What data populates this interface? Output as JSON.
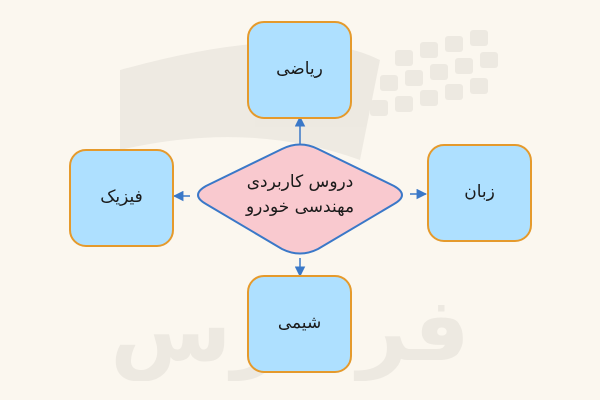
{
  "diagram": {
    "center": {
      "line1": "دروس کاربردی",
      "line2": "مهندسی خودرو"
    },
    "nodes": {
      "top": "ریاضی",
      "right": "زبان",
      "bottom": "شیمی",
      "left": "فیزیک"
    },
    "colors": {
      "background": "#fbf7ef",
      "box_fill": "#aee0ff",
      "box_border": "#e59a2c",
      "diamond_fill": "#f9c9cf",
      "diamond_border": "#3a78c8",
      "arrow": "#3a78c8"
    }
  },
  "watermark": {
    "text": "فرادرس"
  }
}
